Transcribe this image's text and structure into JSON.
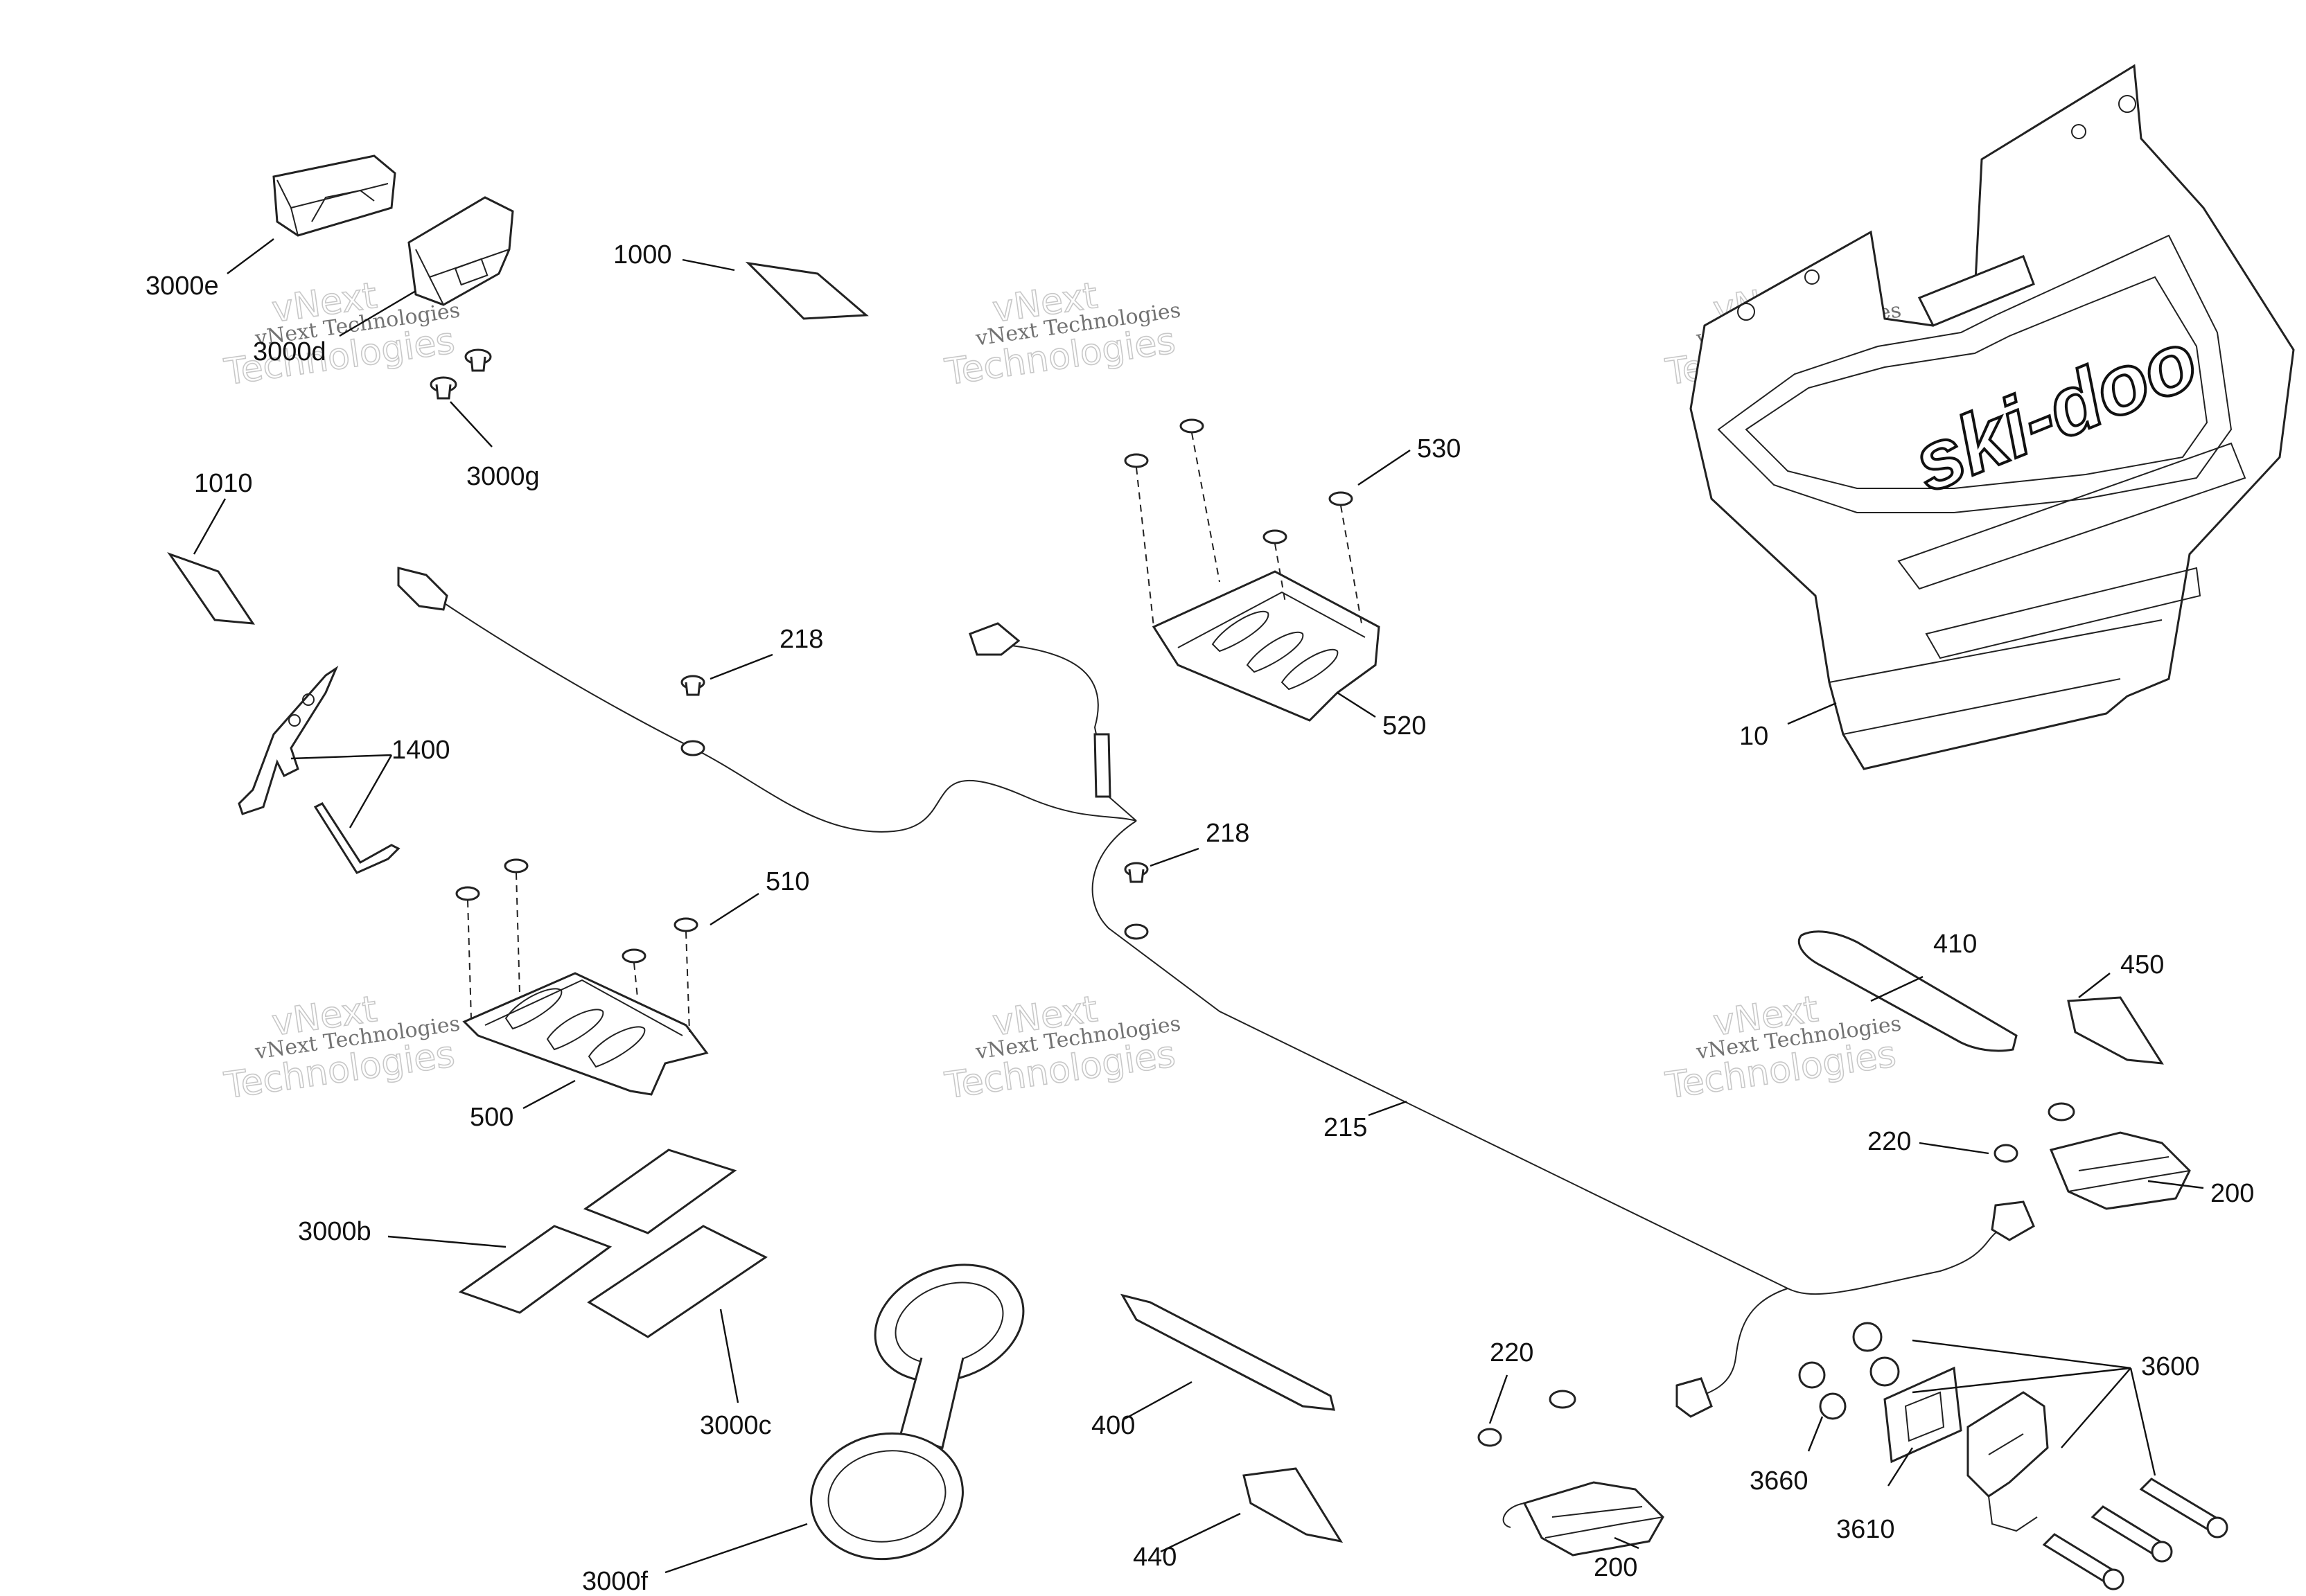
{
  "watermark": {
    "line1": "vNext Technologies",
    "line2": "vNext",
    "line3": "Technologies"
  },
  "brand_logo": "ski-doo",
  "callouts": {
    "c3000e": "3000e",
    "c3000d": "3000d",
    "c3000g": "3000g",
    "c1000": "1000",
    "c1010": "1010",
    "c1400": "1400",
    "c218a": "218",
    "c218b": "218",
    "c530": "530",
    "c520": "520",
    "c510": "510",
    "c500": "500",
    "c10": "10",
    "c410": "410",
    "c450": "450",
    "c215": "215",
    "c220a": "220",
    "c220b": "220",
    "c200a": "200",
    "c200b": "200",
    "c3000b": "3000b",
    "c3000c": "3000c",
    "c3000f": "3000f",
    "c400": "400",
    "c440": "440",
    "c3600": "3600",
    "c3660": "3660",
    "c3610": "3610"
  }
}
